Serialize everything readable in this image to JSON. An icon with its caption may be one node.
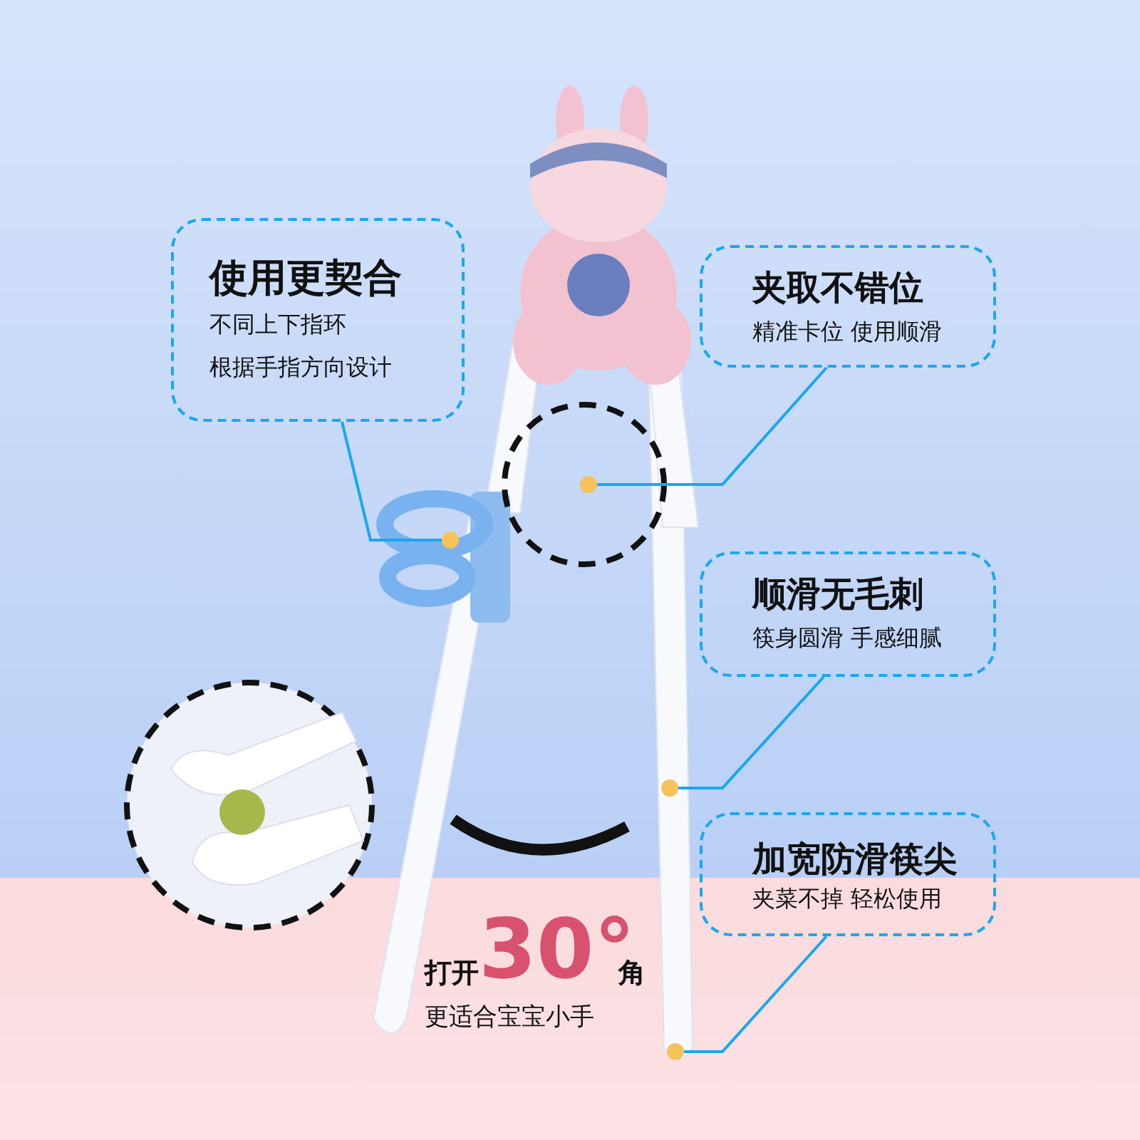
{
  "diagram": {
    "nodes": [
      {
        "text": [
          "使用更契合",
          "不同上下指环",
          "根据手指方向设计"
        ]
      },
      {
        "text": [
          "夹取不错位",
          "精准卡位 使用顺滑"
        ]
      },
      {
        "text": [
          "顺滑无毛刺",
          "筷身圆滑 手感细腻"
        ]
      },
      {
        "text": [
          "加宽防滑筷尖",
          "夹菜不掉 轻松使用"
        ]
      },
      {
        "text": [],
        "shape": "circle"
      },
      {
        "text": [],
        "shape": "circle"
      },
      {
        "text": [],
        "shape": "circle"
      },
      {
        "text": [],
        "shape": "circle"
      }
    ],
    "edges": [
      {
        "from": 0,
        "to": 5,
        "arrow": "none"
      },
      {
        "from": 1,
        "to": 4,
        "arrow": "none"
      },
      {
        "from": 2,
        "to": 6,
        "arrow": "none"
      },
      {
        "from": 3,
        "to": 7,
        "arrow": "none"
      }
    ],
    "labels": [
      "打开",
      "30°",
      "角",
      "更适合宝宝小手"
    ]
  }
}
